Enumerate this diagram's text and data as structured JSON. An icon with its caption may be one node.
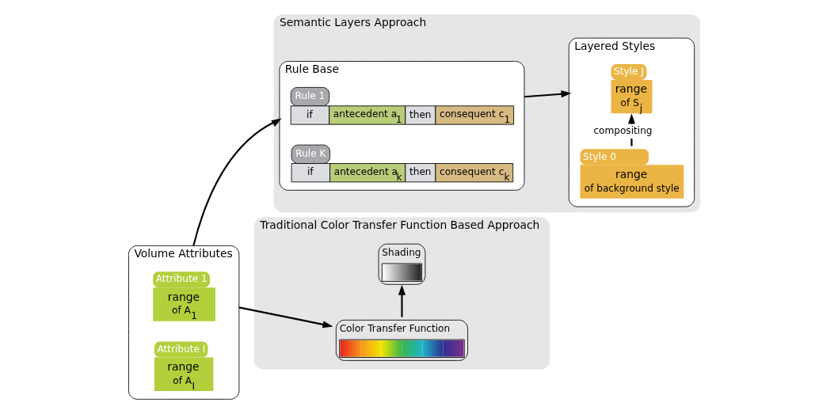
{
  "diagram": {
    "nodes": [
      {
        "text": [
          "Volume Attributes"
        ]
      },
      {
        "text": [
          "Attribute 1",
          "range",
          "of A$_{1}$"
        ],
        "in": 0
      },
      {
        "text": [
          "Attribute I",
          "range",
          "of A$_{I}$"
        ],
        "in": 0
      },
      {
        "text": [
          "Semantic Layers Approach"
        ]
      },
      {
        "text": [
          "Rule Base"
        ],
        "in": 3
      },
      {
        "text": [
          "Rule 1",
          "if",
          "antecedent a$_{1}$",
          "then",
          "consequent c$_{1}$"
        ],
        "in": 4
      },
      {
        "text": [
          "Rule K",
          "if",
          "antecedent a$_{k}$",
          "then",
          "consequent c$_{k}$"
        ],
        "in": 4
      },
      {
        "text": [
          "Layered Styles"
        ],
        "in": 3
      },
      {
        "text": [
          "Style J",
          "range",
          "of S$_{j}$"
        ],
        "in": 7
      },
      {
        "text": [
          "Style 0",
          "range",
          "of background style"
        ],
        "in": 7
      },
      {
        "text": [
          "Traditional Color Transfer Function Based Approach"
        ]
      },
      {
        "text": [
          "Color Transfer Function"
        ],
        "in": 10
      },
      {
        "text": [
          "Shading"
        ],
        "in": 10
      }
    ],
    "edges": [
      {
        "from": 0,
        "to": 4,
        "arrow": "to"
      },
      {
        "from": 4,
        "to": 7,
        "arrow": "to"
      },
      {
        "from": 9,
        "to": 8,
        "arrow": "to",
        "label": "compositing"
      },
      {
        "from": 0,
        "to": 11,
        "arrow": "to"
      },
      {
        "from": 11,
        "to": 12,
        "arrow": "to"
      }
    ]
  }
}
